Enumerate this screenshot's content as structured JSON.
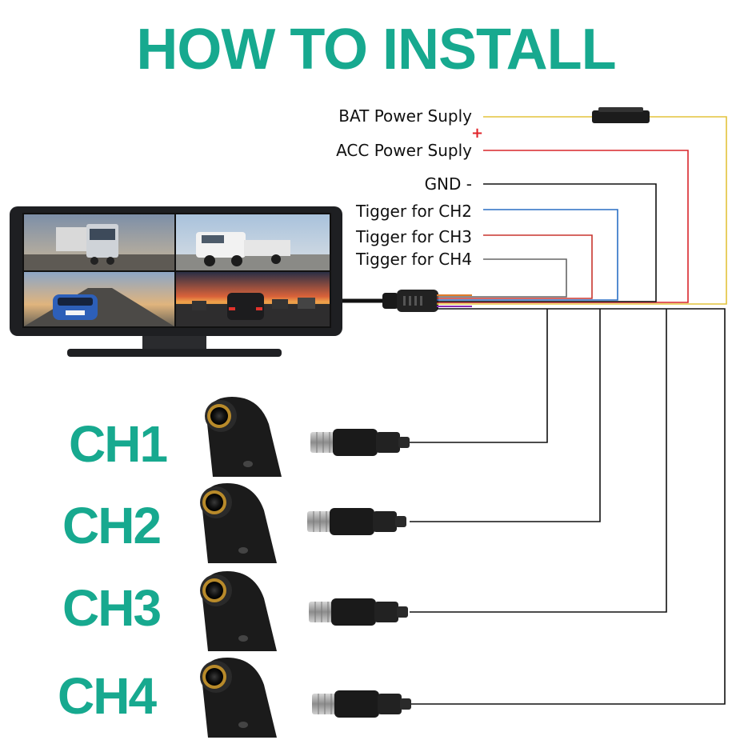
{
  "title": "HOW TO INSTALL",
  "wires": [
    {
      "label": "BAT Power Suply",
      "color": "#e3c33b"
    },
    {
      "label": "ACC Power Suply",
      "color": "#d9262b"
    },
    {
      "label": "GND -",
      "color": "#111111"
    },
    {
      "label": "Tigger for CH2",
      "color": "#2a6fc4"
    },
    {
      "label": "Tigger for CH3",
      "color": "#c8352e"
    },
    {
      "label": "Tigger for CH4",
      "color": "#666666"
    }
  ],
  "acc_polarity": "+",
  "channels": [
    "CH1",
    "CH2",
    "CH3",
    "CH4"
  ],
  "accent_color": "#17a98f"
}
